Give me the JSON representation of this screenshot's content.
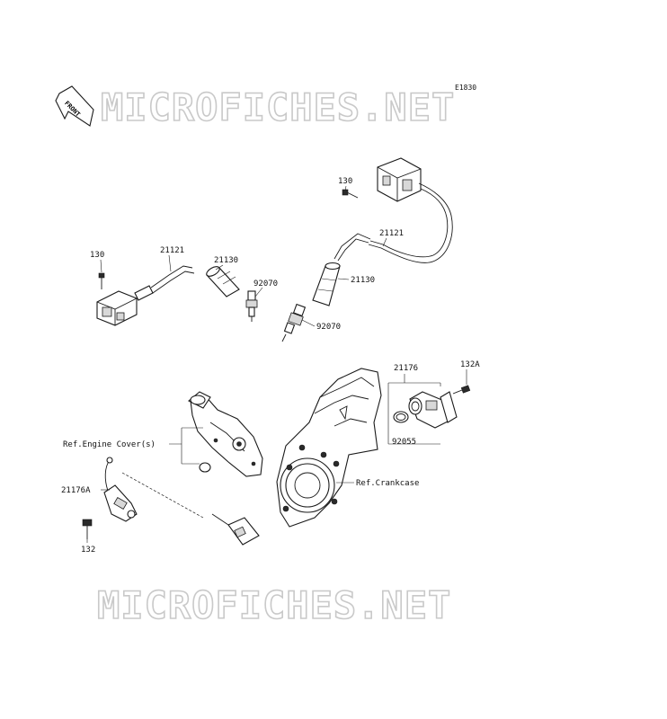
{
  "diagram": {
    "code": "E1830",
    "front_label": "FRONT",
    "watermark": "MICROFICHES.NET",
    "labels": {
      "p130_left": "130",
      "p21121_left": "21121",
      "p21130_left": "21130",
      "p92070_left": "92070",
      "p130_right": "130",
      "p21121_right": "21121",
      "p21130_right": "21130",
      "p92070_right": "92070",
      "p21176": "21176",
      "p132A": "132A",
      "p92055": "92055",
      "ref_engine_cover": "Ref.Engine Cover(s)",
      "ref_crankcase": "Ref.Crankcase",
      "p21176A": "21176A",
      "p132": "132"
    },
    "colors": {
      "line": "#1a1a1a",
      "watermark_outline": "#c9c9c9",
      "background": "#ffffff"
    }
  }
}
